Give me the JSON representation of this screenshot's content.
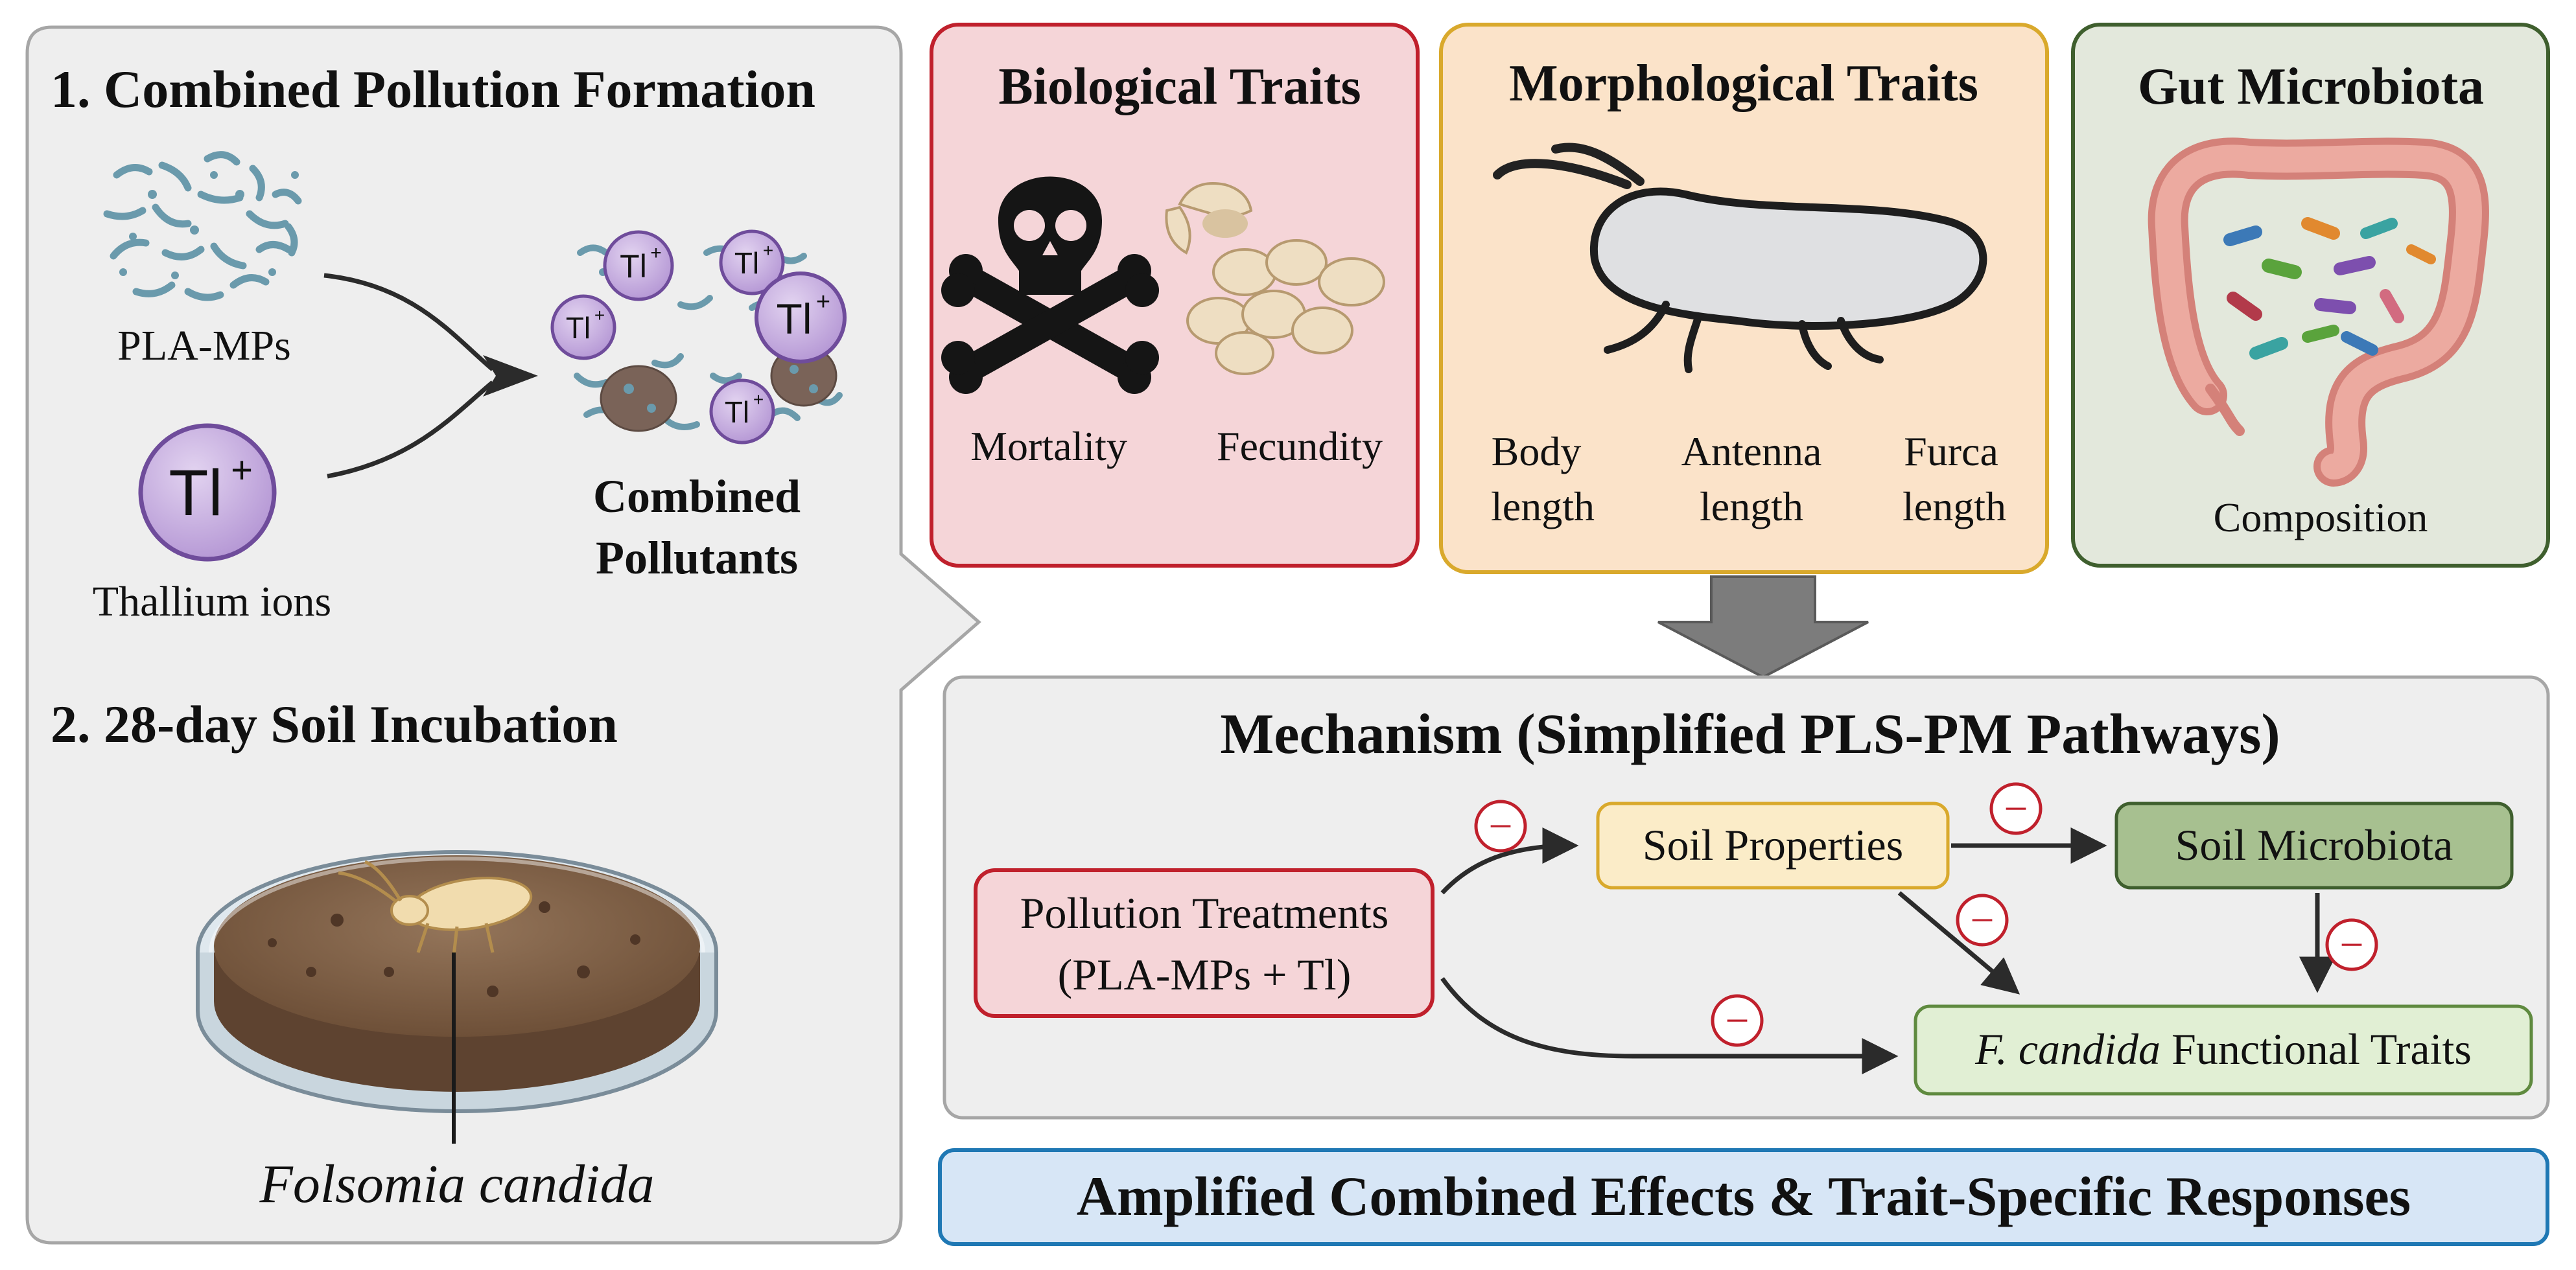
{
  "panel_left": {
    "step1_title": "1. Combined Pollution Formation",
    "pla_label": "PLA-MPs",
    "tl_ion_label": "Thallium ions",
    "ion_symbol": "Tl",
    "ion_charge": "+",
    "combined_label_line1": "Combined",
    "combined_label_line2": "Pollutants",
    "step2_title": "2. 28-day Soil Incubation",
    "organism_label": "Folsomia candida"
  },
  "biological_traits": {
    "title": "Biological Traits",
    "mortality": "Mortality",
    "fecundity": "Fecundity"
  },
  "morphological_traits": {
    "title": "Morphological Traits",
    "body_line1": "Body",
    "body_line2": "length",
    "antenna_line1": "Antenna",
    "antenna_line2": "length",
    "furca_line1": "Furca",
    "furca_line2": "length"
  },
  "gut_microbiota": {
    "title": "Gut Microbiota",
    "composition": "Composition"
  },
  "mechanism": {
    "title": "Mechanism (Simplified PLS-PM Pathways)",
    "pollution_line1": "Pollution Treatments",
    "pollution_line2": "(PLA-MPs + Tl)",
    "soil_properties": "Soil Properties",
    "soil_microbiota": "Soil Microbiota",
    "fc_italic": "F. candida",
    "fc_rest": " Functional Traits",
    "negative_sign": "−"
  },
  "conclusion": "Amplified Combined Effects & Trait-Specific Responses",
  "colors": {
    "panel_gray": "#eeeeee",
    "bio_fill": "#f5d5d8",
    "bio_border": "#c0202c",
    "morph_fill": "#fbe3c9",
    "morph_border": "#d9a92c",
    "gut_fill": "#e3e8dc",
    "gut_border": "#3f5f2e",
    "soil_props_fill": "#fbecc8",
    "soil_micro_fill": "#a7c090",
    "traits_fill": "#e1efd4",
    "conclusion_fill": "#d7e6f6",
    "conclusion_border": "#1f78b4",
    "minus_red": "#c0202c"
  }
}
